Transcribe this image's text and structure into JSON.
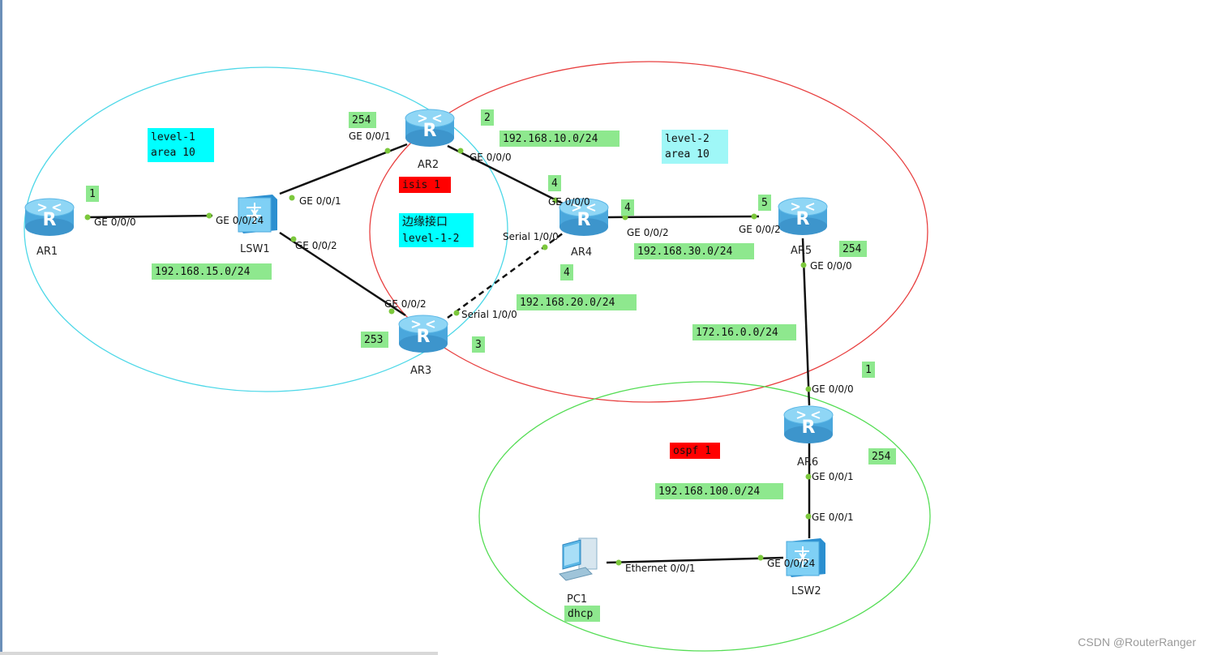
{
  "colors": {
    "level1_area": "#4ed8e8",
    "level2_area": "#e84040",
    "ospf_area": "#55dd55",
    "green_label": "#8ee88e",
    "cyan_label": "#00ffff",
    "red_label": "#ff0000",
    "router_body": "#5bb7e6",
    "link": "#111111",
    "port_dot": "#7cc83c"
  },
  "devices": {
    "ar1": "AR1",
    "ar2": "AR2",
    "ar3": "AR3",
    "ar4": "AR4",
    "ar5": "AR5",
    "ar6": "AR6",
    "lsw1": "LSW1",
    "lsw2": "LSW2",
    "pc1": "PC1"
  },
  "ports": {
    "ar1_ge000": "GE 0/0/0",
    "lsw1_ge0024": "GE 0/0/24",
    "lsw1_ge001": "GE 0/0/1",
    "lsw1_ge002": "GE 0/0/2",
    "ar2_ge001": "GE 0/0/1",
    "ar2_ge000": "GE 0/0/0",
    "ar4_ge000": "GE 0/0/0",
    "ar4_serial": "Serial 1/0/0",
    "ar4_ge002": "GE 0/0/2",
    "ar5_ge002": "GE 0/0/2",
    "ar5_ge000": "GE 0/0/0",
    "ar3_ge002": "GE 0/0/2",
    "ar3_serial": "Serial 1/0/0",
    "ar6_ge000": "GE 0/0/0",
    "ar6_ge001": "GE 0/0/1",
    "lsw2_ge001": "GE 0/0/1",
    "lsw2_ge0024": "GE 0/0/24",
    "pc1_eth": "Ethernet 0/0/1"
  },
  "host_ids": {
    "ar1": "1",
    "ar2": "254",
    "ar2_right": "2",
    "ar4_top": "4",
    "ar4_right": "4",
    "ar4_bottom": "4",
    "ar5_left": "5",
    "ar5_right": "254",
    "ar3_left": "253",
    "ar3_right": "3",
    "ar6_top": "1",
    "ar6_right": "254"
  },
  "networks": {
    "net15": "192.168.15.0/24",
    "net10": "192.168.10.0/24",
    "net30": "192.168.30.0/24",
    "net20": "192.168.20.0/24",
    "net172": "172.16.0.0/24",
    "net100": "192.168.100.0/24"
  },
  "areas": {
    "level1_line1": "level-1",
    "level1_line2": "area 10",
    "level2_line1": "level-2",
    "level2_line2": "area 10",
    "isis": "isis 1",
    "edge_line1": "边缘接口",
    "edge_line2": "level-1-2",
    "ospf": "ospf 1",
    "dhcp": "dhcp"
  },
  "watermark": "CSDN @RouterRanger"
}
